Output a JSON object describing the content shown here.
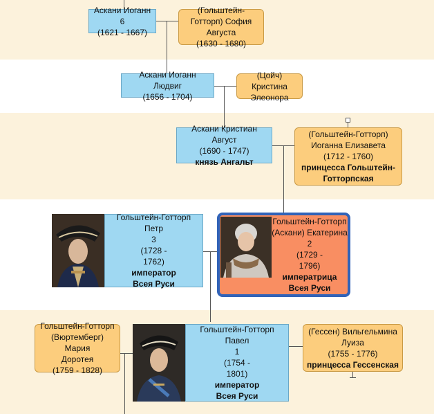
{
  "people": {
    "askani_iogann6": {
      "name": "Аскани Иоганн 6",
      "dates": "(1621 - 1667)"
    },
    "sofia_augusta": {
      "name": "(Гольштейн-Готторп) София Августа",
      "dates": "(1630 - 1680)"
    },
    "iogann_ludwig": {
      "name": "Аскани Иоганн Людвиг",
      "dates": "(1656 - 1704)"
    },
    "kristina_eleonora": {
      "name": "(Цойч) Кристина Элеонора"
    },
    "kristian_august": {
      "name": "Аскани Кристиан Август",
      "dates": "(1690 - 1747)",
      "title": "князь Ангальт"
    },
    "ioganna_elizaveta": {
      "name": "(Гольштейн-Готторп) Иоганна Елизавета",
      "dates": "(1712 - 1760)",
      "title": "принцесса Гольштейн-Готторпская"
    },
    "petr3": {
      "name_l1": "Гольштейн-Готторп Петр",
      "name_l2": "3",
      "dates_l1": "(1728 -",
      "dates_l2": "1762)",
      "title_l1": "император",
      "title_l2": "Всея Руси"
    },
    "ekaterina2": {
      "name_l1": "Гольштейн-Готторп",
      "name_l2": "(Аскани) Екатерина",
      "name_l3": "2",
      "dates_l1": "(1729 -",
      "dates_l2": "1796)",
      "title_l1": "императрица",
      "title_l2": "Всея Руси"
    },
    "mariya_doroteya": {
      "name_l1": "Гольштейн-Готторп",
      "name_l2": "(Вюртемберг) Мария",
      "name_l3": "Доротея",
      "dates": "(1759 - 1828)"
    },
    "pavel1": {
      "name_l1": "Гольштейн-Готторп Павел",
      "name_l2": "1",
      "dates_l1": "(1754 -",
      "dates_l2": "1801)",
      "title_l1": "император",
      "title_l2": "Всея Руси"
    },
    "vilgelmina_luiza": {
      "name_l1": "(Гессен) Вильгельмина",
      "name_l2": "Луиза",
      "dates": "(1755 - 1776)",
      "title": "принцесса Гессенская"
    }
  },
  "colors": {
    "band": "#fcf2dc",
    "male": "#9fd8f2",
    "female": "#fccd7d",
    "selected": "#f98e62",
    "selected_border": "#3163b8"
  }
}
